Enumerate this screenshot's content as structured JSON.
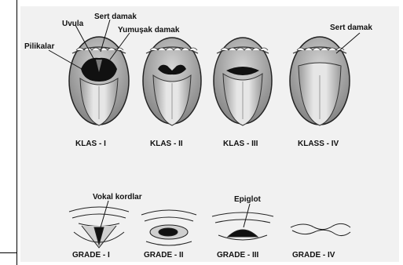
{
  "labels": {
    "uvula": "Uvula",
    "hard_palate": "Sert damak",
    "soft_palate": "Yumuşak damak",
    "pillars": "Pilikalar",
    "hard_palate_right": "Sert damak",
    "vocal_cords": "Vokal kordlar",
    "epiglottis": "Epiglot"
  },
  "classes": [
    {
      "label": "KLAS - I"
    },
    {
      "label": "KLAS - II"
    },
    {
      "label": "KLAS - III"
    },
    {
      "label": "KLASS - IV"
    }
  ],
  "grades": [
    {
      "label": "GRADE - I"
    },
    {
      "label": "GRADE - II"
    },
    {
      "label": "GRADE - III"
    },
    {
      "label": "GRADE - IV"
    }
  ],
  "colors": {
    "background": "#f1f1f1",
    "line": "#1a1a1a",
    "dark": "#111111",
    "mouth_inner": "#bdbdbd"
  }
}
